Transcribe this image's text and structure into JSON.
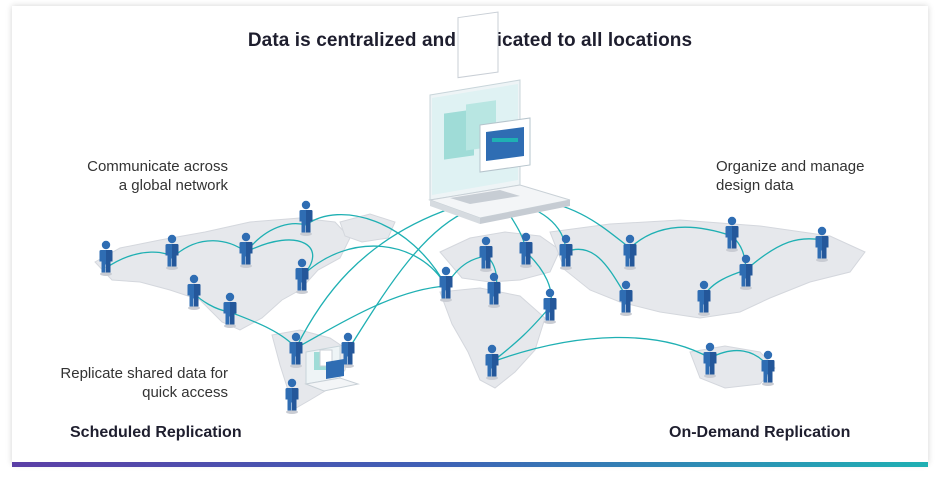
{
  "title": "Data is centralized and replicated to all locations",
  "captions": {
    "top_left": [
      "Communicate across",
      "a global network"
    ],
    "top_right": [
      "Organize and manage",
      "design data"
    ],
    "bottom_left": [
      "Replicate shared data for",
      "quick access"
    ]
  },
  "labels": {
    "scheduled": "Scheduled Replication",
    "on_demand": "On-Demand Replication"
  },
  "colors": {
    "accent_teal": "#1fb0b3",
    "person_blue": "#2f6db3",
    "map_grey": "#e6e8ec",
    "gradient_start": "#5b3fa6",
    "gradient_end": "#1fb0b3"
  },
  "icons": {
    "central": "laptop-server-icon",
    "local": "small-laptop-server-icon",
    "person": "person-icon"
  }
}
